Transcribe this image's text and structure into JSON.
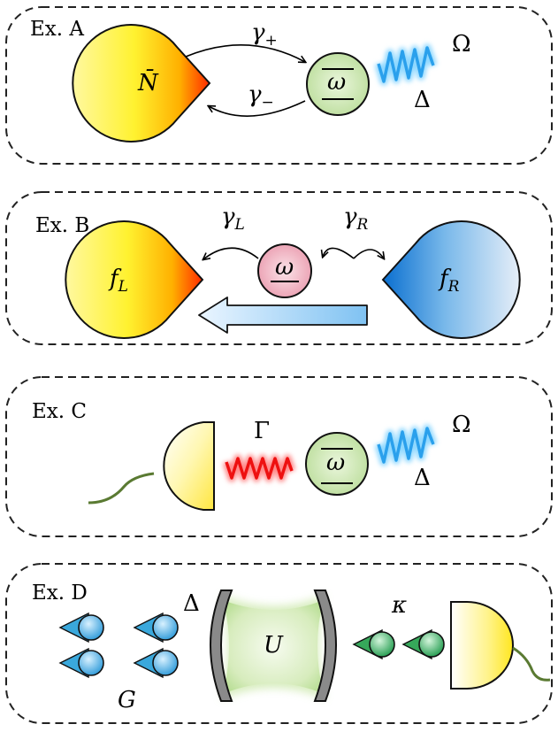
{
  "colors": {
    "yellow": "#fff230",
    "orange_red": "#ff3a00",
    "blue": "#1e88d8",
    "green_mode": "#cde8b4",
    "pink_mode": "#f2b3c2",
    "wave_blue": "#35a8ee",
    "wave_red": "#f01010",
    "stem_green": "#5a7a32",
    "mirror_gray": "#8a8a8a",
    "atom_blue": "#3aa8dc",
    "atom_green": "#36a85a"
  },
  "panels": {
    "a": {
      "label": "Ex. A",
      "reservoir": "N̄",
      "gamma_plus": "γ",
      "gamma_plus_sub": "+",
      "gamma_minus": "γ",
      "gamma_minus_sub": "−",
      "mode": "ω",
      "omega": "Ω",
      "delta": "Δ"
    },
    "b": {
      "label": "Ex. B",
      "left_reservoir": "f",
      "left_sub": "L",
      "right_reservoir": "f",
      "right_sub": "R",
      "gamma_left": "γ",
      "gamma_left_sub": "L",
      "gamma_right": "γ",
      "gamma_right_sub": "R",
      "mode": "ω"
    },
    "c": {
      "label": "Ex. C",
      "gamma": "Γ",
      "mode": "ω",
      "omega": "Ω",
      "delta": "Δ"
    },
    "d": {
      "label": "Ex. D",
      "delta": "Δ",
      "cavity": "U",
      "kappa": "κ",
      "g": "G"
    }
  },
  "icons": [
    "dashed-panel-frame",
    "reservoir-drop",
    "mode-circle",
    "drive-wave",
    "photodetector",
    "optical-cavity",
    "atom-droplet"
  ]
}
